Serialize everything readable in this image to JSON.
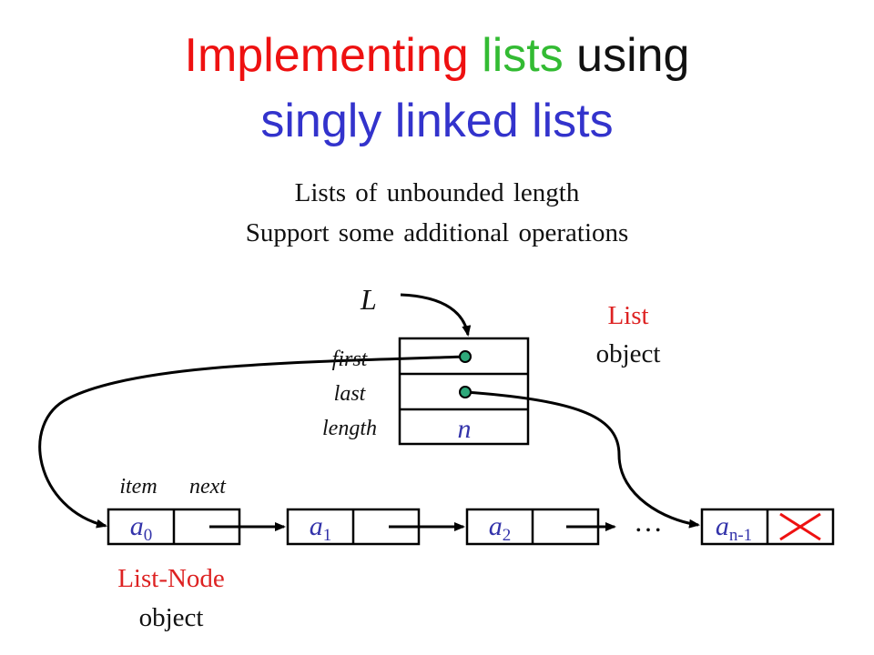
{
  "title": {
    "line1_word1": "Implementing",
    "line1_word2": "lists",
    "line1_word3": "using",
    "line2": "singly linked lists"
  },
  "subtitle": {
    "line1": "Lists of unbounded length",
    "line2": "Support some additional operations"
  },
  "list_object": {
    "pointer_label": "L",
    "caption_line1": "List",
    "caption_line2": "object",
    "field_labels": [
      "first",
      "last",
      "length"
    ],
    "length_value": "n"
  },
  "node_object": {
    "field_labels": [
      "item",
      "next"
    ],
    "caption_line1": "List-Node",
    "caption_line2": "object"
  },
  "nodes": [
    {
      "base": "a",
      "sub": "0"
    },
    {
      "base": "a",
      "sub": "1"
    },
    {
      "base": "a",
      "sub": "2"
    },
    {
      "base": "a",
      "sub": "n-1"
    }
  ],
  "ellipsis": "…",
  "colors": {
    "title_red": "#ee1111",
    "title_green": "#33bb33",
    "title_blue": "#3333cc",
    "caption_red": "#dd2222",
    "node_text_blue": "#3333aa",
    "dot_fill": "#2ea87a",
    "null_cross": "#ee1111"
  }
}
